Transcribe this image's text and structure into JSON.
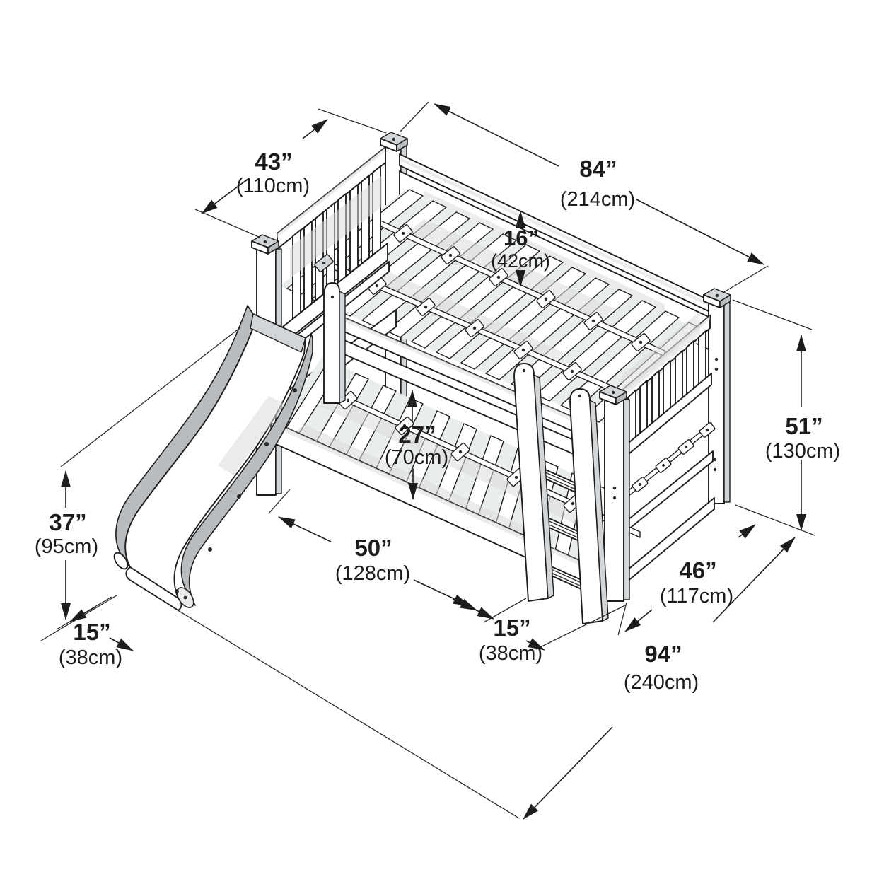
{
  "figure_title": "Bunk bed with slide and ladder — isometric dimension diagram",
  "colors": {
    "line": "#1d1d1d",
    "shade_light": "#d3d6d8",
    "shade_mid": "#b8bcbe",
    "background": "#ffffff"
  },
  "dims": [
    {
      "id": "end-width",
      "in": "43”",
      "cm": "(110cm)"
    },
    {
      "id": "bed-length",
      "in": "84”",
      "cm": "(214cm)"
    },
    {
      "id": "rail-height",
      "in": "16”",
      "cm": "(42cm)"
    },
    {
      "id": "bunk-clearance",
      "in": "27”",
      "cm": "(70cm)"
    },
    {
      "id": "slide-height",
      "in": "37”",
      "cm": "(95cm)"
    },
    {
      "id": "slide-offset",
      "in": "15”",
      "cm": "(38cm)"
    },
    {
      "id": "front-opening",
      "in": "50”",
      "cm": "(128cm)"
    },
    {
      "id": "ladder-offset",
      "in": "15”",
      "cm": "(38cm)"
    },
    {
      "id": "overall-height",
      "in": "51”",
      "cm": "(130cm)"
    },
    {
      "id": "end-depth",
      "in": "46”",
      "cm": "(117cm)"
    },
    {
      "id": "overall-length",
      "in": "94”",
      "cm": "(240cm)"
    }
  ]
}
